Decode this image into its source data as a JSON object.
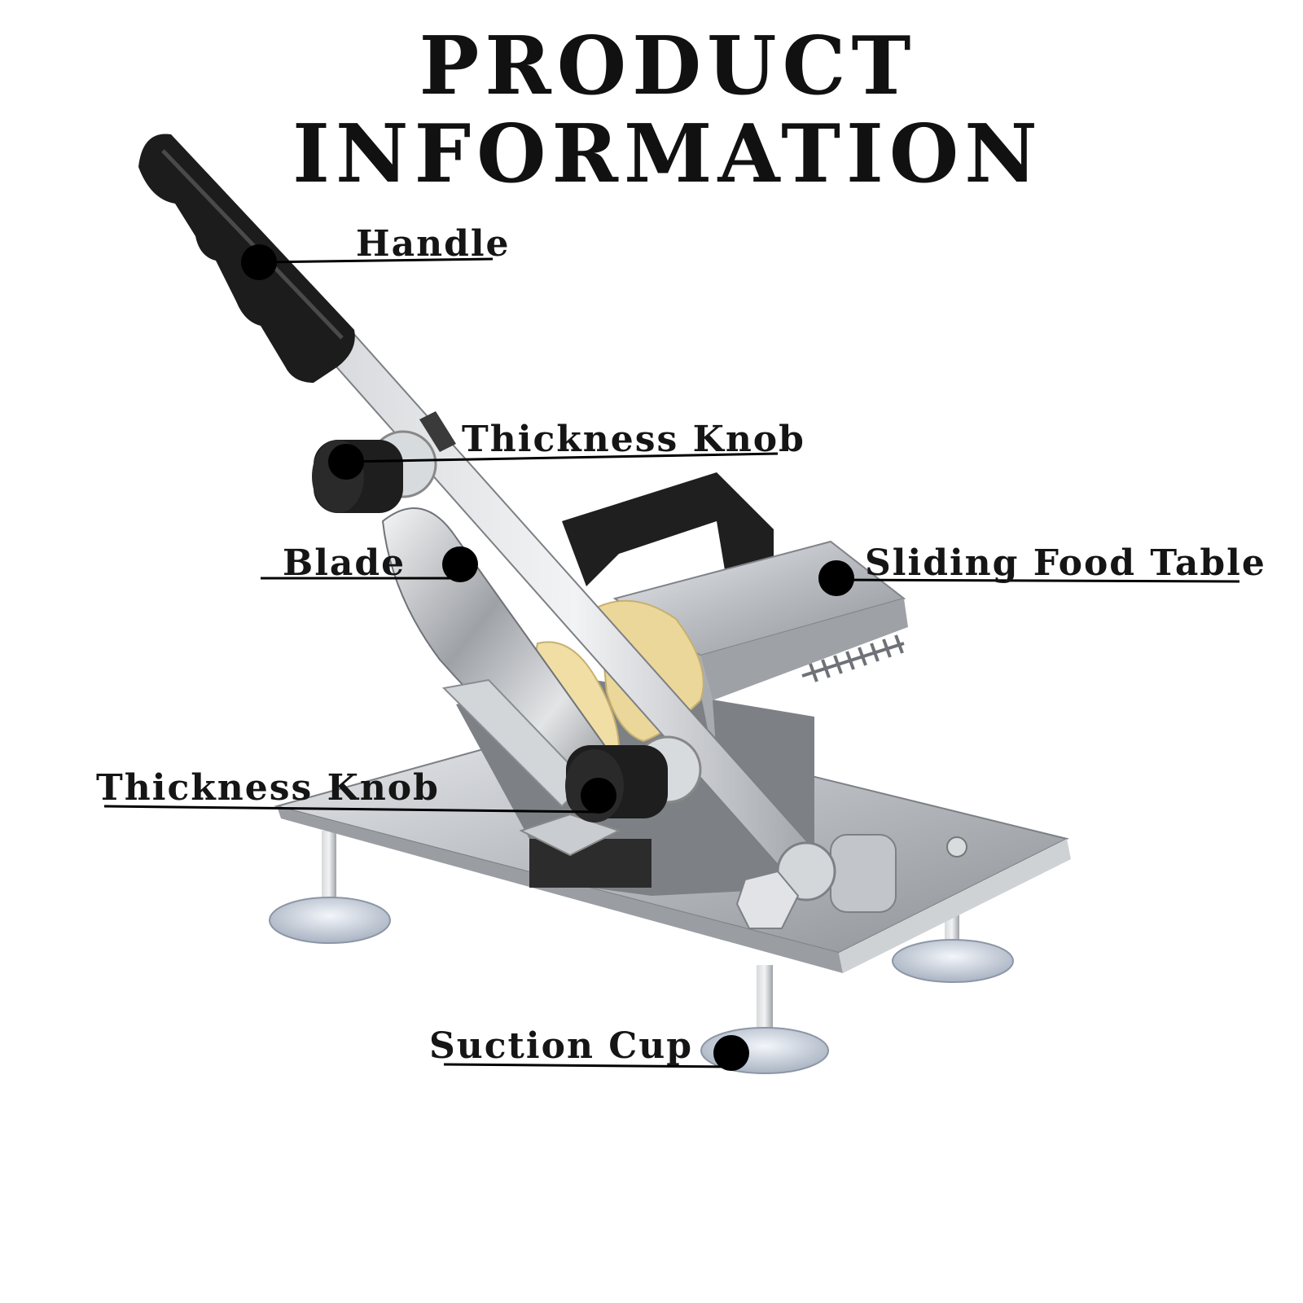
{
  "title": "PRODUCT INFORMATION",
  "labels": {
    "handle": "Handle",
    "thickness_knob_top": "Thickness Knob",
    "blade": "Blade",
    "sliding_food_table": "Sliding Food Table",
    "thickness_knob_bottom": "Thickness Knob",
    "suction_cup": "Suction Cup"
  },
  "colors": {
    "text": "#151515",
    "marker": "#000000",
    "steel": "#b9bcc1",
    "handle_grip": "#1c1c1c",
    "food": "#ecd79a"
  },
  "icons": [
    "meat-slicer-illustration",
    "callout-dot-icon"
  ]
}
